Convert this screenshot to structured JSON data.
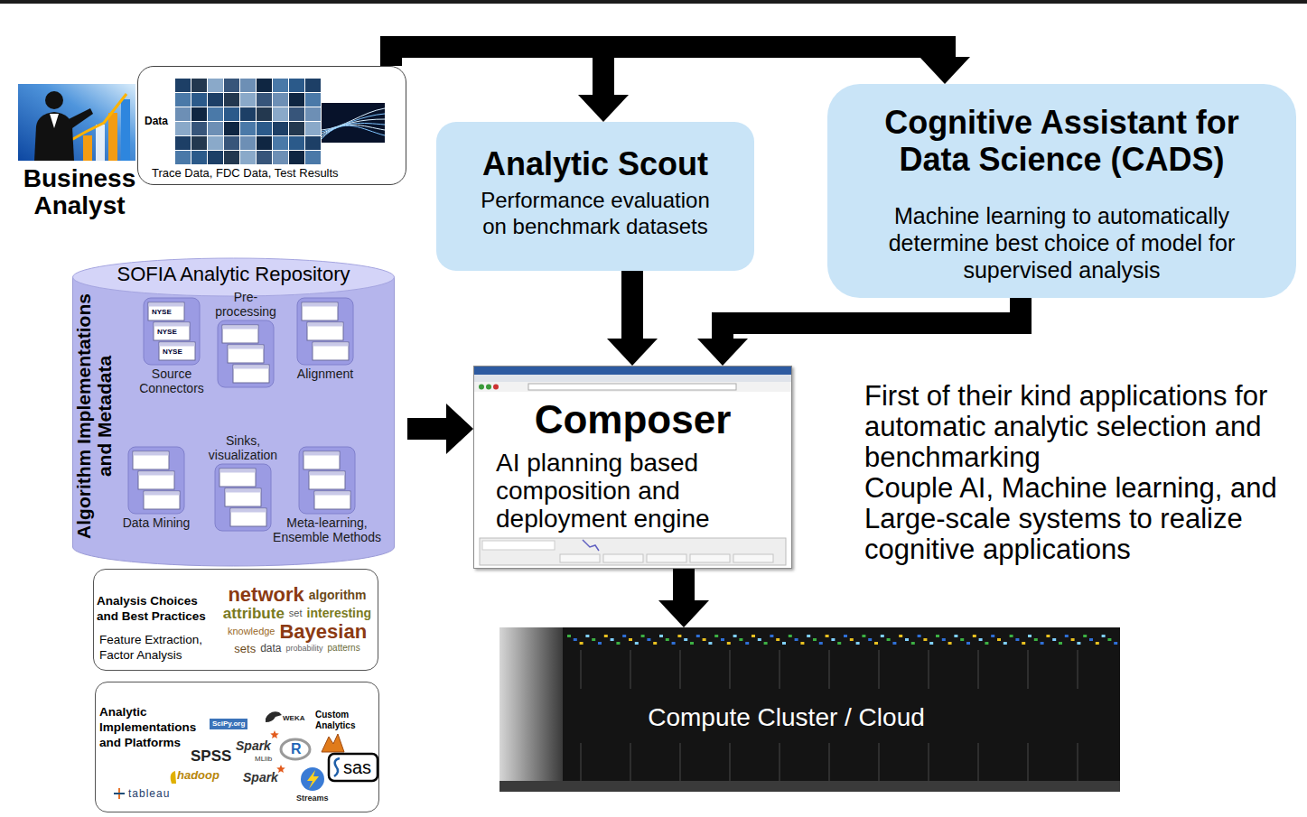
{
  "diagram": {
    "nodes": [
      {
        "text": [
          "Data",
          "Trace Data, FDC Data, Test Results"
        ]
      },
      {
        "text": [
          "Analytic Scout",
          "Performance evaluation on benchmark datasets"
        ]
      },
      {
        "text": [
          "Cognitive Assistant for Data Science (CADS)",
          "Machine learning to automatically determine best choice of model for supervised analysis"
        ]
      },
      {
        "text": [
          "SOFIA Analytic Repository",
          "Algorithm Implementations and Metadata"
        ]
      },
      {
        "text": [
          "Source Connectors"
        ],
        "in": 3
      },
      {
        "text": [
          "Pre-processing"
        ],
        "in": 3
      },
      {
        "text": [
          "Alignment"
        ],
        "in": 3
      },
      {
        "text": [
          "Data Mining"
        ],
        "in": 3
      },
      {
        "text": [
          "Sinks, visualization"
        ],
        "in": 3
      },
      {
        "text": [
          "Meta-learning, Ensemble Methods"
        ],
        "in": 3
      },
      {
        "text": [
          "Composer",
          "AI planning based composition and deployment engine"
        ]
      },
      {
        "text": [
          "Analysis Choices and Best Practices",
          "Feature Extraction, Factor Analysis"
        ]
      },
      {
        "text": [
          "Analytic Implementations and Platforms"
        ]
      },
      {
        "text": [
          "Compute Cluster / Cloud"
        ]
      }
    ],
    "edges": [
      {
        "from": 0,
        "to": 1,
        "arrow": "to"
      },
      {
        "from": 0,
        "to": 2,
        "arrow": "to"
      },
      {
        "from": 1,
        "to": 10,
        "arrow": "to"
      },
      {
        "from": 2,
        "to": 10,
        "arrow": "to"
      },
      {
        "from": 3,
        "to": 10,
        "arrow": "to"
      },
      {
        "from": 10,
        "to": 13,
        "arrow": "to"
      }
    ],
    "labels": [
      "Business Analyst",
      "NYSE",
      "NYSE",
      "NYSE",
      "network",
      "algorithm",
      "attribute",
      "set",
      "interesting",
      "knowledge",
      "Bayesian",
      "sets",
      "data",
      "probability",
      "patterns",
      "SciPy.org",
      "WEKA",
      "Custom Analytics",
      "Spark",
      "MLlib",
      "R",
      "SPSS",
      "hadoop",
      "Spark",
      "sas",
      "Streams",
      "tableau",
      "First of their kind applications for automatic analytic selection and benchmarking",
      "Couple AI, Machine learning, and Large-scale systems to realize cognitive applications"
    ]
  }
}
